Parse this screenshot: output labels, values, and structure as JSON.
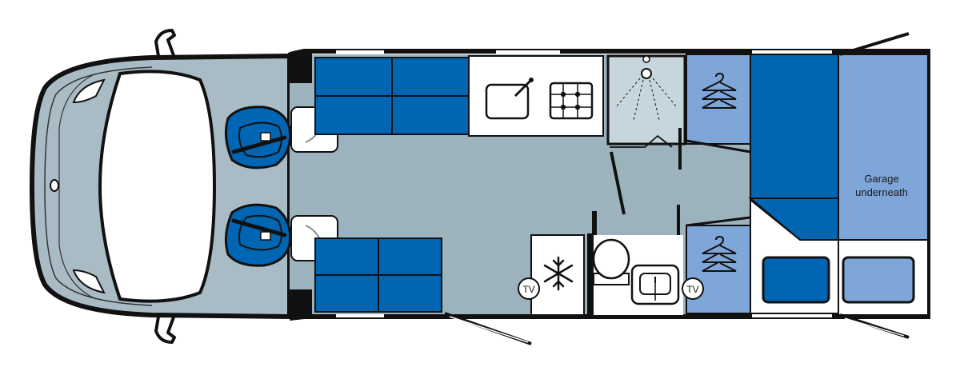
{
  "labels": {
    "garage_line1": "Garage",
    "garage_line2": "underneath",
    "tv_left": "TV",
    "tv_right": "TV"
  },
  "colors": {
    "floor": "#9cb3be",
    "upholstery": "#0065b3",
    "light_blue": "#7fa6d8",
    "outline": "#111111",
    "cab_fill": "#a9bcc6",
    "white": "#ffffff"
  },
  "icons": [
    "driver-seat-icon",
    "passenger-seat-icon",
    "swivel-arrow-icon",
    "sink-icon",
    "hob-icon",
    "shower-icon",
    "hanger-icon",
    "snowflake-icon",
    "toilet-icon",
    "washbasin-icon",
    "tv-icon",
    "pillow-icon"
  ]
}
